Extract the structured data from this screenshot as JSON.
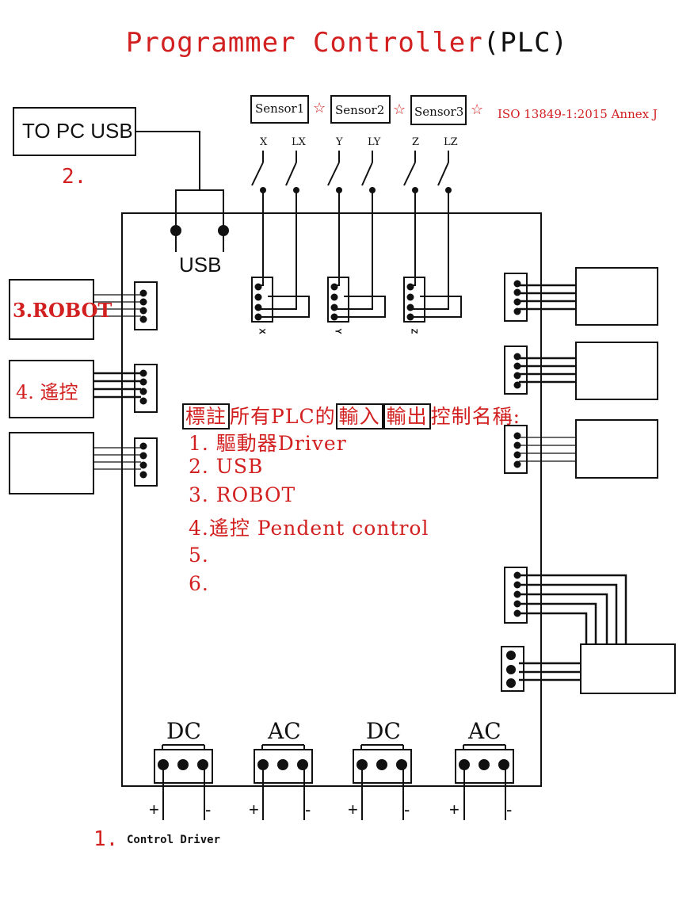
{
  "title": {
    "main": "Programmer Controller",
    "suffix": "(PLC)"
  },
  "pc_usb": {
    "label": "TO PC USB",
    "number": "2."
  },
  "usb_label": "USB",
  "sensors": [
    {
      "label": "Sensor1",
      "star": "☆"
    },
    {
      "label": "Sensor2",
      "star": "☆"
    },
    {
      "label": "Sensor3",
      "star": "☆"
    }
  ],
  "standard": "ISO 13849-1:2015 Annex J",
  "switch_labels": [
    "X",
    "LX",
    "Y",
    "LY",
    "Z",
    "LZ"
  ],
  "connector_labels": [
    "X",
    "Y",
    "Z"
  ],
  "left_devices": [
    {
      "label": "3.ROBOT"
    },
    {
      "label": "4. 遙控"
    },
    {
      "label": ""
    }
  ],
  "notes": {
    "heading_parts": [
      "標註",
      "所有PLC的",
      "輸入",
      "輸出",
      "控制名稱:"
    ],
    "items": [
      "1. 驅動器Driver",
      "2. USB",
      "3. ROBOT",
      "4.遙控 Pendent control",
      "5.",
      "6."
    ]
  },
  "power_terminals": [
    {
      "label": "DC",
      "plus": "+",
      "minus": "-"
    },
    {
      "label": "AC",
      "plus": "+",
      "minus": "-"
    },
    {
      "label": "DC",
      "plus": "+",
      "minus": "-"
    },
    {
      "label": "AC",
      "plus": "+",
      "minus": "-"
    }
  ],
  "footer": {
    "number": "1.",
    "label": "Control Driver"
  }
}
